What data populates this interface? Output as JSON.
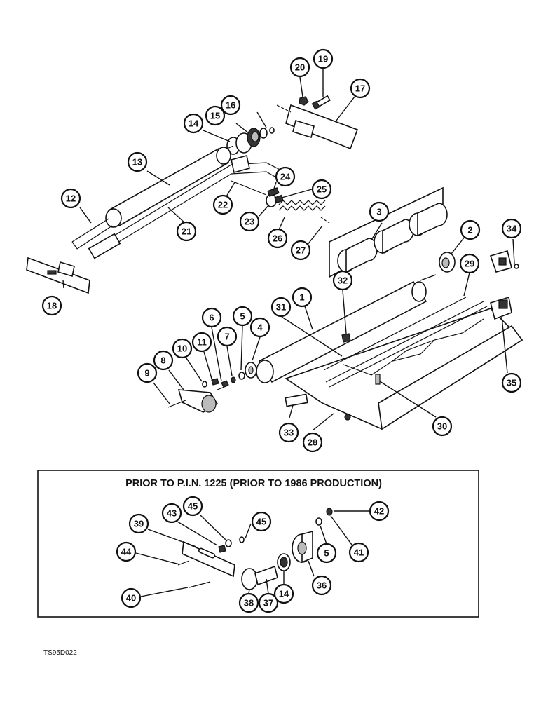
{
  "inset": {
    "title": "PRIOR TO P.I.N. 1225 (PRIOR TO 1986 PRODUCTION)"
  },
  "drawing_code": "TS95D022",
  "callouts": [
    "1",
    "2",
    "3",
    "4",
    "5",
    "6",
    "7",
    "8",
    "9",
    "10",
    "11",
    "12",
    "13",
    "14",
    "15",
    "16",
    "17",
    "18",
    "19",
    "20",
    "21",
    "22",
    "23",
    "24",
    "25",
    "26",
    "27",
    "28",
    "29",
    "30",
    "31",
    "32",
    "33",
    "34",
    "35",
    "36",
    "37",
    "38",
    "39",
    "40",
    "41",
    "42",
    "43",
    "44",
    "45"
  ],
  "inset_callouts": [
    "39",
    "43",
    "45",
    "45",
    "44",
    "40",
    "38",
    "37",
    "14",
    "36",
    "5",
    "41",
    "42"
  ]
}
